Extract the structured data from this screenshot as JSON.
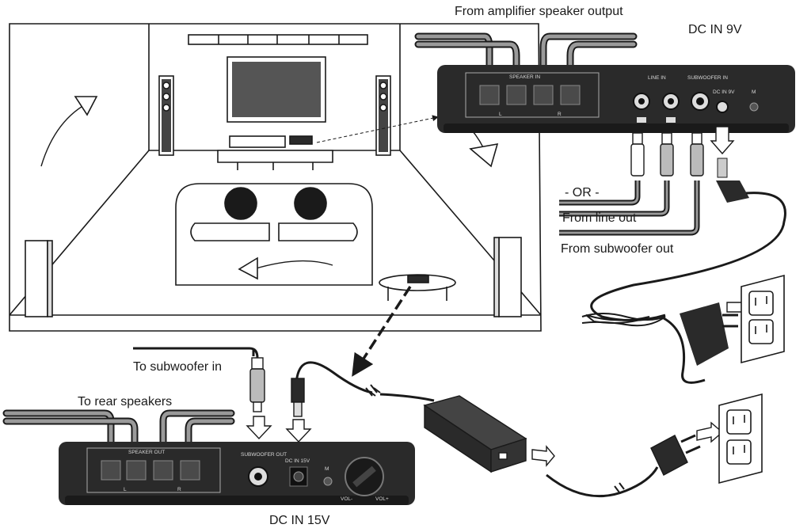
{
  "labels": {
    "from_amp": "From amplifier  speaker  output",
    "dc_in_9v": "DC IN 9V",
    "or": "- OR -",
    "from_line_out": "From line out",
    "from_sub_out": "From subwoofer out",
    "to_sub_in": "To subwoofer in",
    "to_rear": "To rear speakers",
    "dc_in_15v": "DC IN 15V"
  },
  "front_unit": {
    "speaker_in": "SPEAKER IN",
    "line_in": "LINE IN",
    "subwoofer_in": "SUBWOOFER IN",
    "dc_in": "DC IN 9V",
    "m": "M",
    "l": "L",
    "r": "R"
  },
  "rear_unit": {
    "speaker_out": "SPEAKER OUT",
    "subwoofer_out": "SUBWOOFER OUT",
    "dc_in": "DC IN 15V",
    "m": "M",
    "vol_min": "VOL-",
    "vol_max": "VOL+",
    "l": "L",
    "r": "R"
  },
  "colors": {
    "device_body": "#2a2a2a",
    "wire_gray": "#8c8c8c",
    "line": "#1a1a1a"
  }
}
